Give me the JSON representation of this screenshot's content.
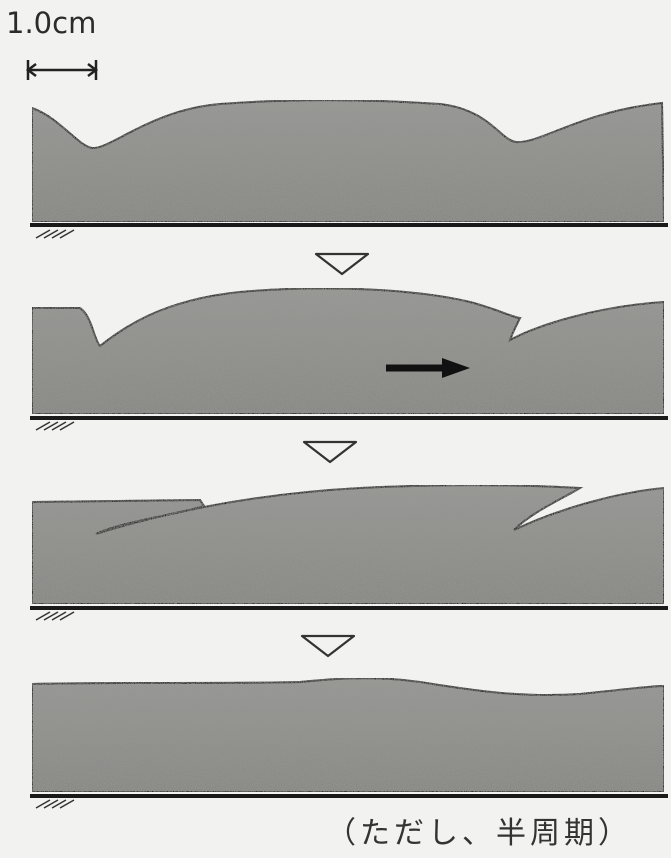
{
  "scale_bar": {
    "label": "1.0cm"
  },
  "caption": "（ただし、半周期）",
  "panels": [
    {
      "name": "stage-1",
      "has_flow_arrow": false
    },
    {
      "name": "stage-2",
      "has_flow_arrow": true
    },
    {
      "name": "stage-3",
      "has_flow_arrow": false
    },
    {
      "name": "stage-4",
      "has_flow_arrow": false
    }
  ],
  "colors": {
    "sand": "#8d8d8b",
    "sand_light": "#b9b9b6",
    "outline": "#1e1e1e",
    "background": "#f2f2f0"
  },
  "icons": [
    "scale-bar-icon",
    "down-arrow-icon",
    "flow-direction-arrow-icon"
  ]
}
